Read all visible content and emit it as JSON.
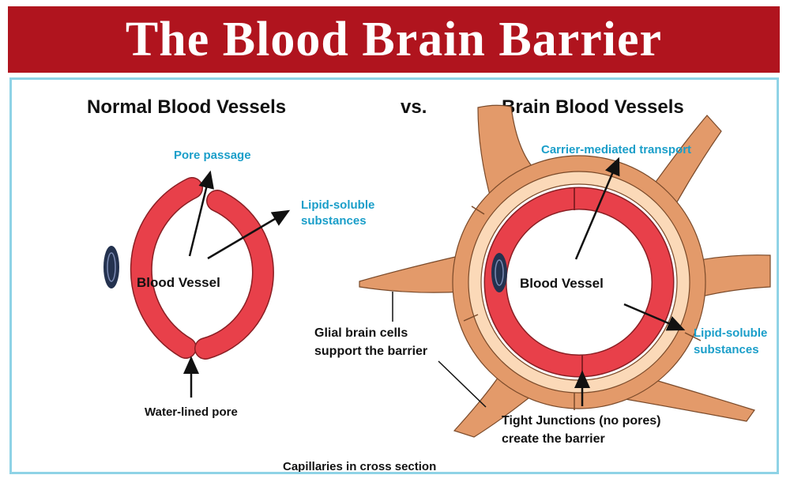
{
  "title": "The Blood Brain Barrier",
  "headings": {
    "left": "Normal Blood Vessels",
    "middle": "vs.",
    "right": "Brain Blood Vessels"
  },
  "left_diagram": {
    "pore_passage": "Pore passage",
    "lipid_line1": "Lipid-soluble",
    "lipid_line2": "substances",
    "vessel_label": "Blood Vessel",
    "water_pore": "Water-lined pore"
  },
  "right_diagram": {
    "carrier": "Carrier-mediated transport",
    "vessel_label": "Blood Vessel",
    "lipid_line1": "Lipid-soluble",
    "lipid_line2": "substances",
    "glial_line1": "Glial brain cells",
    "glial_line2": "support the barrier",
    "tight_line1": "Tight Junctions (no pores)",
    "tight_line2": "create the barrier"
  },
  "caption": "Capillaries in cross section",
  "colors": {
    "title_bg": "#b0141e",
    "vessel_red": "#e8404a",
    "glial_orange": "#e39a6a",
    "glial_light": "#fbd9b8",
    "label_blue": "#1a9ec9",
    "nucleus": "#24324f"
  }
}
